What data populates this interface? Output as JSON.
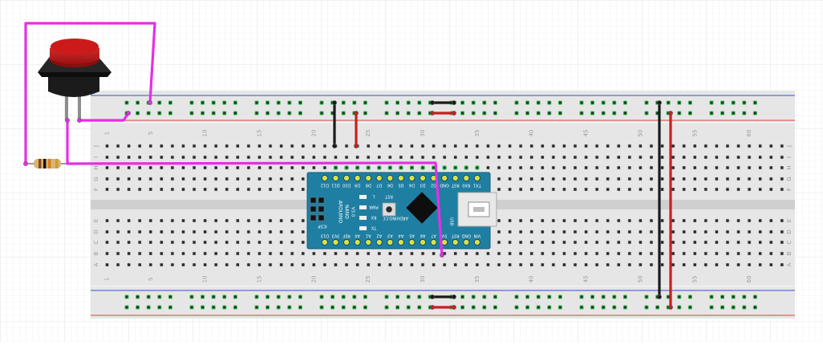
{
  "diagram": {
    "type": "breadboard-circuit"
  },
  "breadboard": {
    "column_numbers": [
      "1",
      "5",
      "10",
      "15",
      "20",
      "25",
      "30",
      "35",
      "40",
      "45",
      "50",
      "55",
      "60"
    ],
    "row_letters_top": [
      "J",
      "I",
      "H",
      "G",
      "F"
    ],
    "row_letters_bottom": [
      "E",
      "D",
      "C",
      "B",
      "A"
    ],
    "colors": {
      "body": "#e6e6e6",
      "channel": "#cfcfcf",
      "rail_red": "#e0403a",
      "rail_blue": "#3a4fd6",
      "hole": "#2b2b2b",
      "hole_connected": "#2ec34a"
    }
  },
  "arduino": {
    "board_name": "ARDUINO",
    "model": "NANO",
    "version": "V3.0",
    "brand": "ARDUINO.CC",
    "icsp_label": "ICSP",
    "rst_label": "RST",
    "led_labels": [
      "L",
      "PWR",
      "RX",
      "TX"
    ],
    "usb_label": "USB",
    "top_pins": [
      "D12",
      "D11",
      "D10",
      "D9",
      "D8",
      "D7",
      "D6",
      "D5",
      "D4",
      "D3",
      "D2",
      "GND",
      "RST",
      "RX0",
      "TX1"
    ],
    "bottom_pins": [
      "D13",
      "3V3",
      "REF",
      "A0",
      "A1",
      "A2",
      "A3",
      "A4",
      "A5",
      "A6",
      "A7",
      "5V",
      "RST",
      "GND",
      "VIN"
    ],
    "color": "#1f7fa3"
  },
  "components": {
    "pushbutton": {
      "cap_color": "#cc1a1a",
      "body_color": "#1b1b1b"
    },
    "resistor": {
      "bands": [
        "#8a4b12",
        "#111111",
        "#e07a10",
        "#c9a227"
      ]
    }
  },
  "wires": {
    "colors": {
      "signal": "#e62ee6",
      "ground": "#1a1a1a",
      "power": "#c81e1e"
    }
  }
}
